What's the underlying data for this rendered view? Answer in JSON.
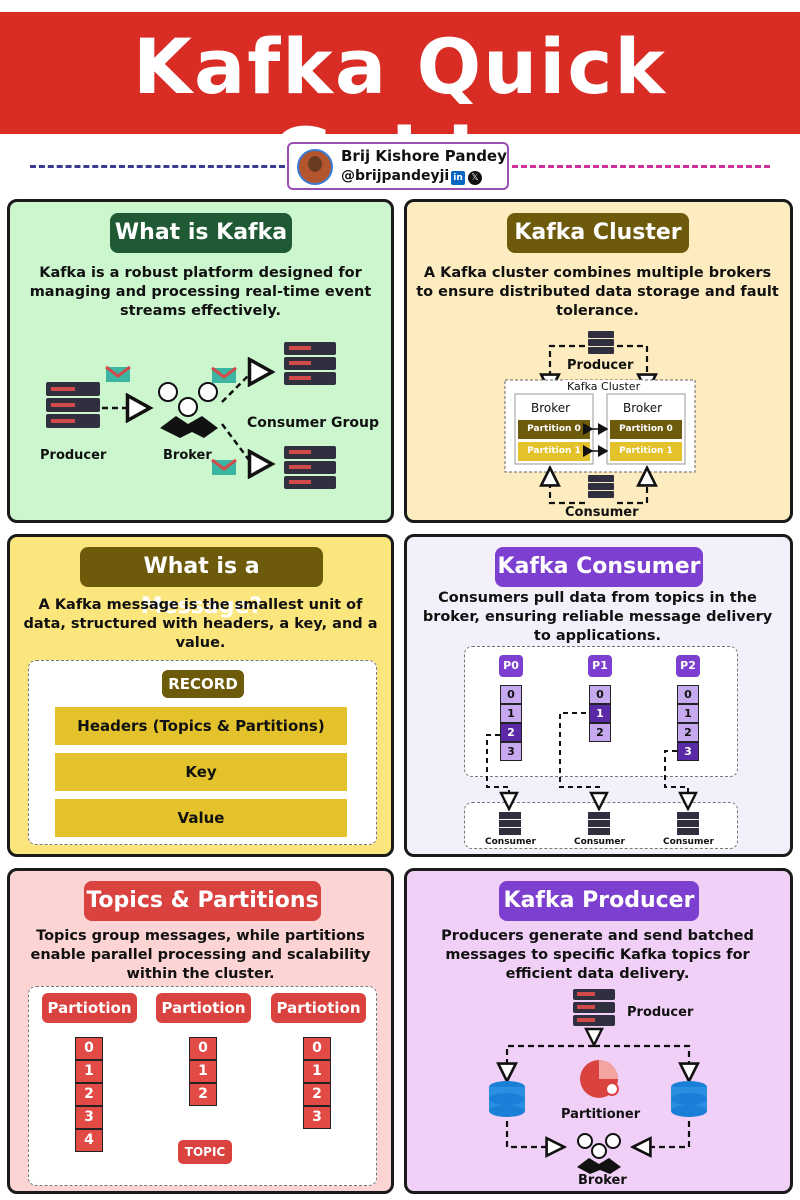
{
  "title": "Kafka Quick Guide",
  "author": {
    "name": "Brij Kishore Pandey",
    "handle": "@brijpandeyji",
    "linkedin_icon": "in",
    "x_icon": "𝕏"
  },
  "colors": {
    "title_red": "#d92c24",
    "kafka_green": "#1f5a35",
    "cluster_olive": "#6d5a0b",
    "consumer_purple": "#7c3fcf",
    "topics_red": "#d9423e"
  },
  "sections": {
    "what_is_kafka": {
      "heading": "What is Kafka",
      "description": "Kafka is a robust platform designed for managing and processing real-time event streams effectively.",
      "labels": {
        "producer": "Producer",
        "broker": "Broker",
        "consumer_group": "Consumer Group"
      }
    },
    "kafka_cluster": {
      "heading": "Kafka Cluster",
      "description": "A Kafka cluster combines multiple brokers to ensure distributed data storage and fault tolerance.",
      "producer": "Producer",
      "cluster_label": "Kafka Cluster",
      "consumer": "Consumer",
      "brokers": [
        {
          "name": "Broker",
          "partitions": [
            "Partition 0",
            "Partition 1"
          ]
        },
        {
          "name": "Broker",
          "partitions": [
            "Partition 0",
            "Partition 1"
          ]
        }
      ]
    },
    "message": {
      "heading": "What is a Message?",
      "description": "A Kafka message is the smallest unit of data, structured with headers, a key, and a value.",
      "record": "RECORD",
      "fields": [
        "Headers (Topics & Partitions)",
        "Key",
        "Value"
      ]
    },
    "consumer": {
      "heading": "Kafka Consumer",
      "description": "Consumers pull data from topics in the broker, ensuring reliable message delivery to applications.",
      "partitions": [
        {
          "label": "P0",
          "offsets": [
            "0",
            "1",
            "2",
            "3"
          ],
          "active": 2
        },
        {
          "label": "P1",
          "offsets": [
            "0",
            "1",
            "2"
          ],
          "active": 1
        },
        {
          "label": "P2",
          "offsets": [
            "0",
            "1",
            "2",
            "3"
          ],
          "active": 3
        }
      ],
      "consumers": [
        "Consumer",
        "Consumer",
        "Consumer"
      ]
    },
    "topics": {
      "heading": "Topics & Partitions",
      "description": "Topics group messages, while partitions enable parallel processing and scalability within the cluster.",
      "partitions": [
        {
          "label": "Partiotion",
          "offsets": [
            "0",
            "1",
            "2",
            "3",
            "4"
          ]
        },
        {
          "label": "Partiotion",
          "offsets": [
            "0",
            "1",
            "2"
          ]
        },
        {
          "label": "Partiotion",
          "offsets": [
            "0",
            "1",
            "2",
            "3"
          ]
        }
      ],
      "topic_label": "TOPIC"
    },
    "producer": {
      "heading": "Kafka Producer",
      "description": "Producers generate and send batched messages to specific Kafka topics for efficient data delivery.",
      "labels": {
        "producer": "Producer",
        "partitioner": "Partitioner",
        "broker": "Broker"
      }
    }
  }
}
